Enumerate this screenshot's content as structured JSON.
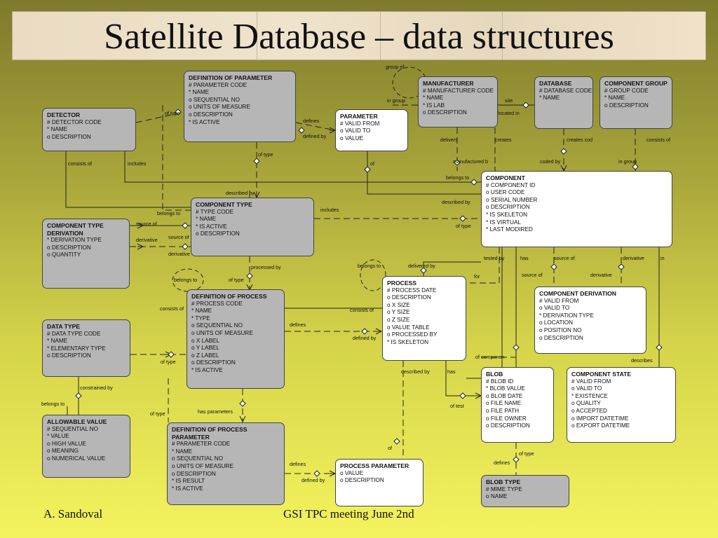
{
  "title": "Satellite Database – data structures",
  "footer": {
    "author": "A. Sandoval",
    "event": "GSI TPC meeting June 2nd"
  },
  "entities": {
    "definition_of_parameter": {
      "name": "DEFINITION OF PARAMETER",
      "attributes": [
        "#  PARAMETER CODE",
        "*  NAME",
        "o  SEQUENTIAL NO",
        "o  UNITS OF MEASURE",
        "o  DESCRIPTION",
        "*  IS ACTIVE"
      ]
    },
    "detector": {
      "name": "DETECTOR",
      "attributes": [
        "#  DETECTOR CODE",
        "*  NAME",
        "o  DESCRIPTION"
      ]
    },
    "parameter": {
      "name": "PARAMETER",
      "attributes": [
        "#  VALID FROM",
        "o  VALID TO",
        "o  VALUE"
      ]
    },
    "manufacturer": {
      "name": "MANUFACTURER",
      "attributes": [
        "#  MANUFACTURER CODE",
        "*  NAME",
        "*  IS LAB",
        "o  DESCRIPTION"
      ]
    },
    "database": {
      "name": "DATABASE",
      "attributes": [
        "#  DATABASE CODE",
        "*  NAME"
      ]
    },
    "component_group": {
      "name": "COMPONENT GROUP",
      "attributes": [
        "#  GROUP CODE",
        "*  NAME",
        "o  DESCRIPTION"
      ]
    },
    "component": {
      "name": "COMPONENT",
      "attributes": [
        "#  COMPONENT ID",
        "o  USER CODE",
        "o  SERIAL NUMBER",
        "o  DESCRIPTION",
        "*  IS SKELETON",
        "*  IS VIRTUAL",
        "*  LAST MODIRED"
      ]
    },
    "component_type": {
      "name": "COMPONENT TYPE",
      "attributes": [
        "#  TYPE CODE",
        "*  NAME",
        "*  IS ACTIVE",
        "o  DESCRIPTION"
      ]
    },
    "component_type_derivation": {
      "name": "COMPONENT TYPE DERIVATION",
      "attributes": [
        "*  DERIVATION TYPE",
        "o  DESCRIPTION",
        "o  QUANTITY"
      ]
    },
    "process": {
      "name": "PROCESS",
      "attributes": [
        "#  PROCESS DATE",
        "o  DESCRIPTION",
        "o  X SIZE",
        "o  Y SIZE",
        "o  Z SIZE",
        "o  VALUE TABLE",
        "o  PROCESSED BY",
        "*  IS SKELETON"
      ]
    },
    "definition_of_process": {
      "name": "DEFINITION OF PROCESS",
      "attributes": [
        "#  PROCESS CODE",
        "*  NAME",
        "*  TYPE",
        "o  SEQUENTIAL NO",
        "o  UNITS OF MEASURE",
        "o  X LABEL",
        "o  Y LABEL",
        "o  Z LABEL",
        "o  DESCRIPTION",
        "*  IS ACTIVE"
      ]
    },
    "component_derivation": {
      "name": "COMPONENT DERIVATION",
      "attributes": [
        "#  VALID FROM",
        "o  VALID TO",
        "*  DERIVATION TYPE",
        "o  LOCATION",
        "o  POSITION NO",
        "o  DESCRIPTION"
      ]
    },
    "data_type": {
      "name": "DATA TYPE",
      "attributes": [
        "#  DATA TYPE CODE",
        "*  NAME",
        "*  ELEMENTARY TYPE",
        "o  DESCRIPTION"
      ]
    },
    "blob": {
      "name": "BLOB",
      "attributes": [
        "#  BLOB ID",
        "*  BLOB VALUE",
        "o  BLOB DATE",
        "o  FILE NAME",
        "o  FILE PATH",
        "o  FILE OWNER",
        "o  DESCRIPTION"
      ]
    },
    "component_state": {
      "name": "COMPONENT STATE",
      "attributes": [
        "#  VALID FROM",
        "o  VALID TO",
        "*  EXISTENCE",
        "o  QUALITY",
        "o  ACCEPTED",
        "o  IMPORT DATETIME",
        "o  EXPORT DATETIME"
      ]
    },
    "allowable_value": {
      "name": "ALLOWABLE VALUE",
      "attributes": [
        "#  SEQUENTIAL NO",
        "*  VALUE",
        "o  HIGH VALUE",
        "o  MEANING",
        "o  NUMERICAL VALUE"
      ]
    },
    "definition_of_process_parameter": {
      "name": "DEFINITION OF PROCESS PARAMETER",
      "attributes": [
        "#  PARAMETER CODE",
        "*  NAME",
        "o  SEQUENTIAL NO",
        "o  UNITS OF MEASURE",
        "o  DESCRIPTION",
        "*  IS RESULT",
        "*  IS ACTIVE"
      ]
    },
    "process_parameter": {
      "name": "PROCESS PARAMETER",
      "attributes": [
        "o  VALUE",
        "o  DESCRIPTION"
      ]
    },
    "blob_type": {
      "name": "BLOB TYPE",
      "attributes": [
        "#  MIME TYPE",
        "o  NAME"
      ]
    }
  },
  "relationship_labels": [
    "group of",
    "in group",
    "site",
    "located in",
    "of type",
    "defines",
    "defined by",
    "delivers",
    "creates",
    "creates cod",
    "consists of",
    "of type",
    "consists of",
    "includes",
    "of",
    "manufactured b",
    "coded by",
    "in group",
    "belongs to",
    "described by",
    "described by",
    "belongs to",
    "includes",
    "source of",
    "of type",
    "derivative",
    "source of",
    "derivative",
    "processed by",
    "belongs to",
    "delivered by",
    "tested by",
    "has",
    "source of",
    "derivative",
    "in",
    "belongs to",
    "of type",
    "for",
    "source of",
    "derivative",
    "consists of",
    "defines",
    "consists of",
    "defined by",
    "of type",
    "of componen",
    "describes",
    "described by",
    "has",
    "constrained by",
    "of test",
    "belongs to",
    "of type",
    "has parameters",
    "of",
    "of type",
    "defines",
    "defines",
    "defined by"
  ]
}
